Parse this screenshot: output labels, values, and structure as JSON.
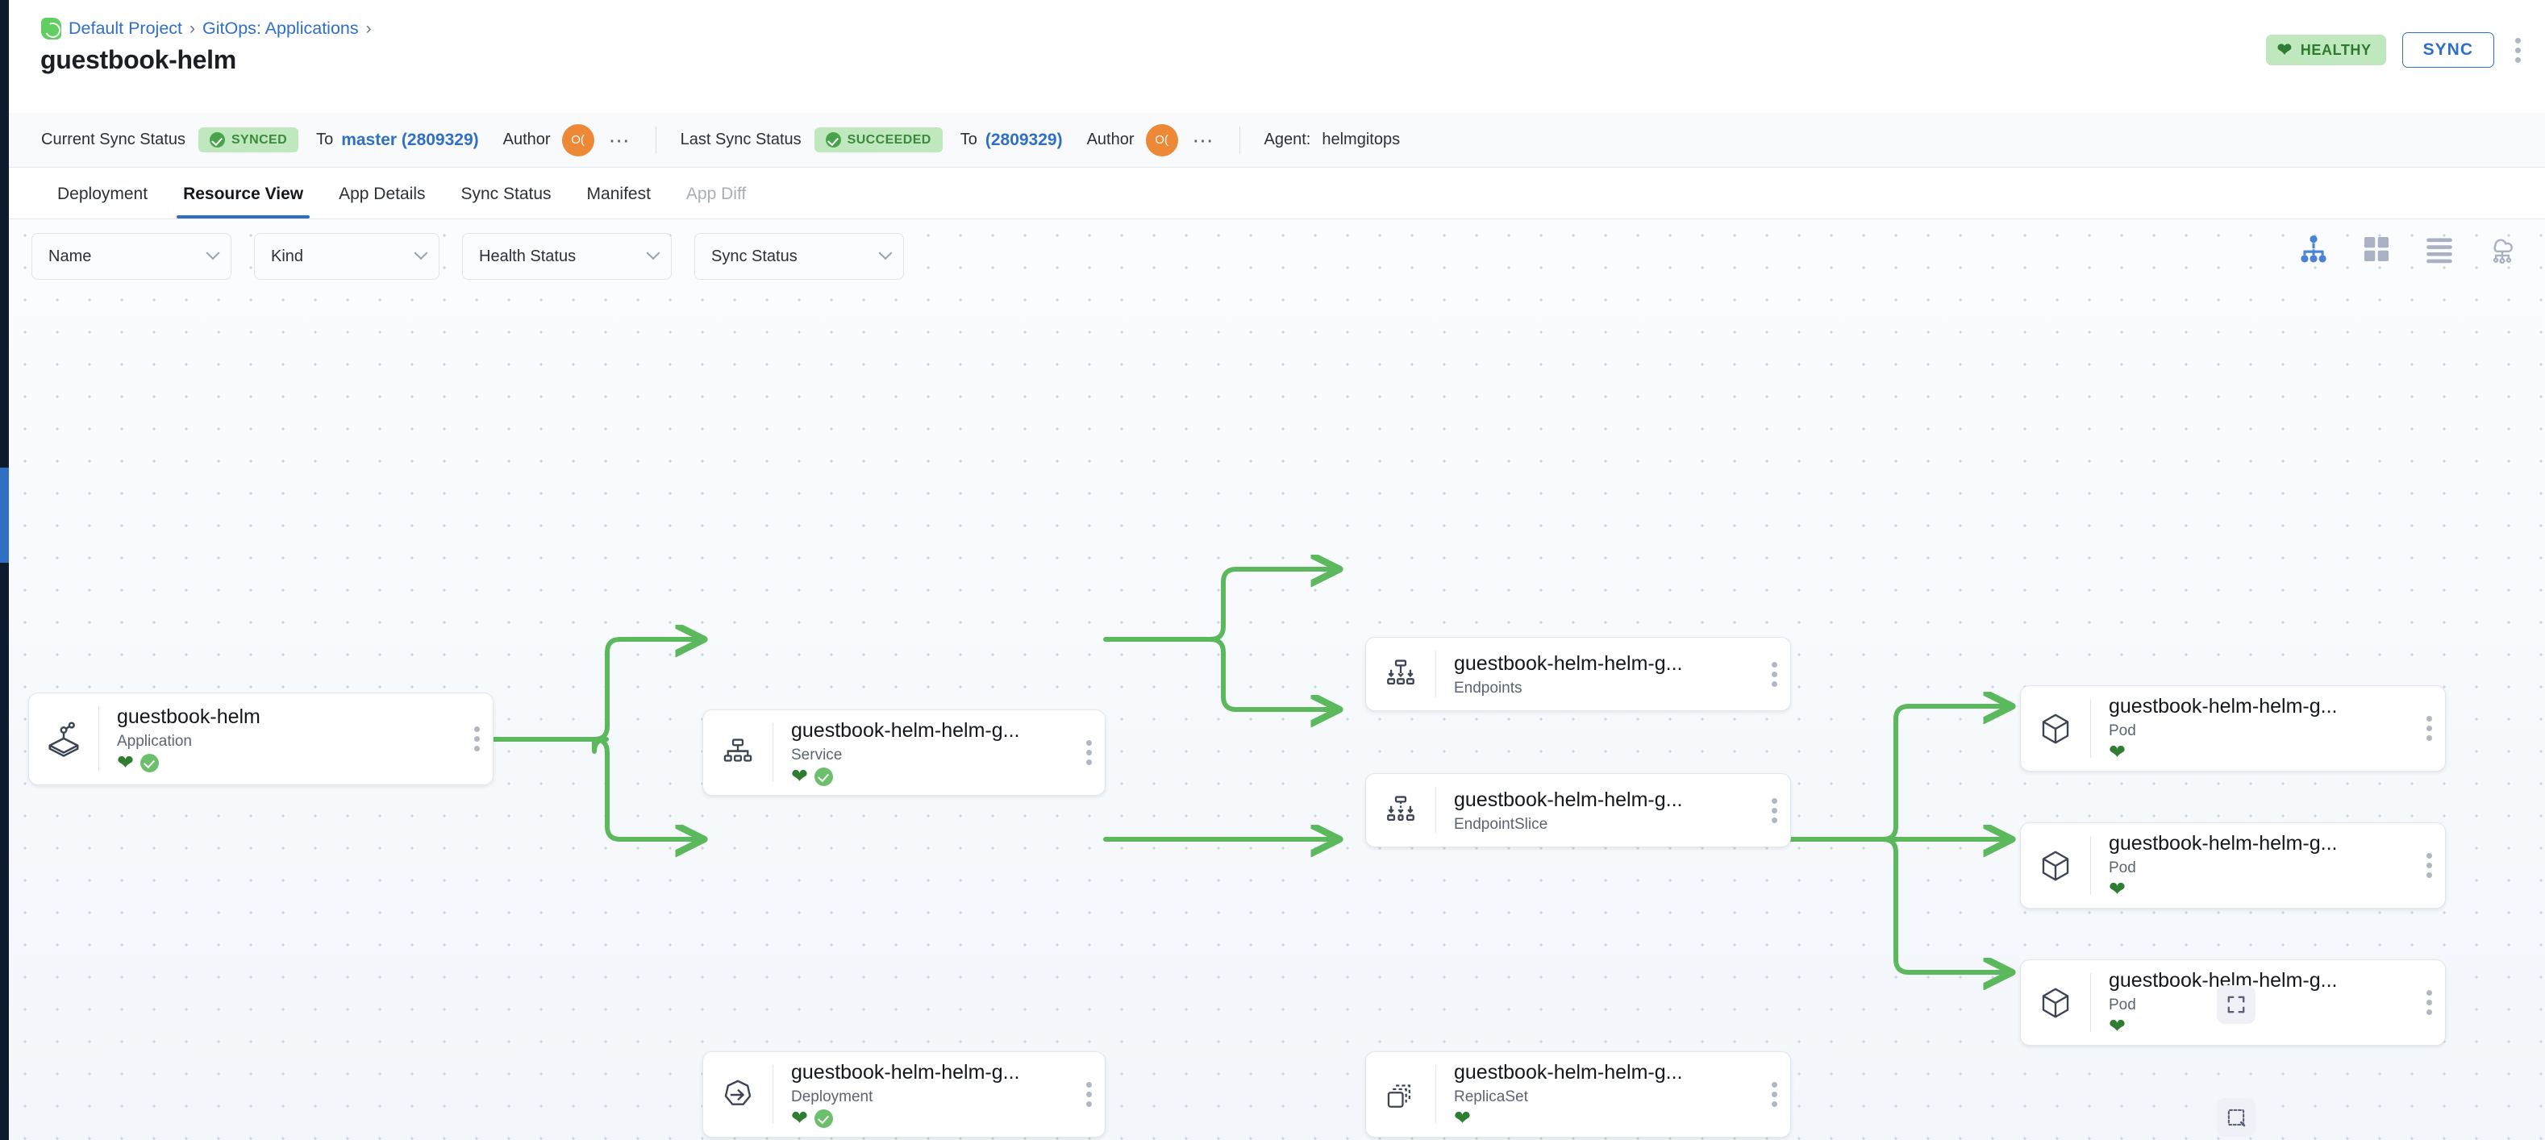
{
  "app": {
    "breadcrumb": {
      "logo_icon": "codefresh-logo-icon",
      "items": [
        "Default Project",
        "GitOps: Applications"
      ],
      "separator": "›"
    },
    "title": "guestbook-helm",
    "health_badge": {
      "label": "HEALTHY",
      "icon": "heart-icon",
      "color": "#2c7a2c",
      "bg": "#bfe8bf"
    },
    "sync_button": "SYNC",
    "overflow_icon": "kebab-menu-icon"
  },
  "statusbar": {
    "current_sync_label": "Current Sync Status",
    "current_sync_value": "SYNCED",
    "current_to_label": "To",
    "current_revision": "master (2809329)",
    "current_author_label": "Author",
    "current_author_avatar": "O(",
    "last_sync_label": "Last Sync Status",
    "last_sync_value": "SUCCEEDED",
    "last_to_label": "To",
    "last_revision": "(2809329)",
    "last_author_label": "Author",
    "last_author_avatar": "O(",
    "agent_label": "Agent:",
    "agent_value": "helmgitops",
    "more_icon": "ellipsis-icon"
  },
  "tabs": [
    {
      "label": "Deployment",
      "active": false,
      "disabled": false
    },
    {
      "label": "Resource View",
      "active": true,
      "disabled": false
    },
    {
      "label": "App Details",
      "active": false,
      "disabled": false
    },
    {
      "label": "Sync Status",
      "active": false,
      "disabled": false
    },
    {
      "label": "Manifest",
      "active": false,
      "disabled": false
    },
    {
      "label": "App Diff",
      "active": false,
      "disabled": true
    }
  ],
  "filters": [
    {
      "label": "Name",
      "icon": "chevron-down-icon"
    },
    {
      "label": "Kind",
      "icon": "chevron-down-icon"
    },
    {
      "label": "Health Status",
      "icon": "chevron-down-icon"
    },
    {
      "label": "Sync Status",
      "icon": "chevron-down-icon"
    }
  ],
  "view_toggles": [
    {
      "name": "tree-view-icon",
      "active": true
    },
    {
      "name": "grid-view-icon",
      "active": false
    },
    {
      "name": "list-view-icon",
      "active": false
    },
    {
      "name": "network-view-icon",
      "active": false
    }
  ],
  "canvas_controls": [
    {
      "name": "fullscreen-icon"
    },
    {
      "name": "selection-box-icon"
    }
  ],
  "graph": {
    "nodes": [
      {
        "id": "app",
        "title": "guestbook-helm",
        "kind": "Application",
        "icon": "application-icon",
        "health": true,
        "synced": true
      },
      {
        "id": "svc",
        "title": "guestbook-helm-helm-g...",
        "kind": "Service",
        "icon": "service-icon",
        "health": true,
        "synced": true
      },
      {
        "id": "ep",
        "title": "guestbook-helm-helm-g...",
        "kind": "Endpoints",
        "icon": "endpoints-icon",
        "health": false,
        "synced": false
      },
      {
        "id": "eps",
        "title": "guestbook-helm-helm-g...",
        "kind": "EndpointSlice",
        "icon": "endpointslice-icon",
        "health": false,
        "synced": false
      },
      {
        "id": "dep",
        "title": "guestbook-helm-helm-g...",
        "kind": "Deployment",
        "icon": "deployment-icon",
        "health": true,
        "synced": true
      },
      {
        "id": "rs",
        "title": "guestbook-helm-helm-g...",
        "kind": "ReplicaSet",
        "icon": "replicaset-icon",
        "health": true,
        "synced": false
      },
      {
        "id": "pod1",
        "title": "guestbook-helm-helm-g...",
        "kind": "Pod",
        "icon": "pod-icon",
        "health": true,
        "synced": false
      },
      {
        "id": "pod2",
        "title": "guestbook-helm-helm-g...",
        "kind": "Pod",
        "icon": "pod-icon",
        "health": true,
        "synced": false
      },
      {
        "id": "pod3",
        "title": "guestbook-helm-helm-g...",
        "kind": "Pod",
        "icon": "pod-icon",
        "health": true,
        "synced": false
      }
    ],
    "edge_color": "#5cb85c",
    "kebab_icon": "kebab-menu-icon"
  }
}
